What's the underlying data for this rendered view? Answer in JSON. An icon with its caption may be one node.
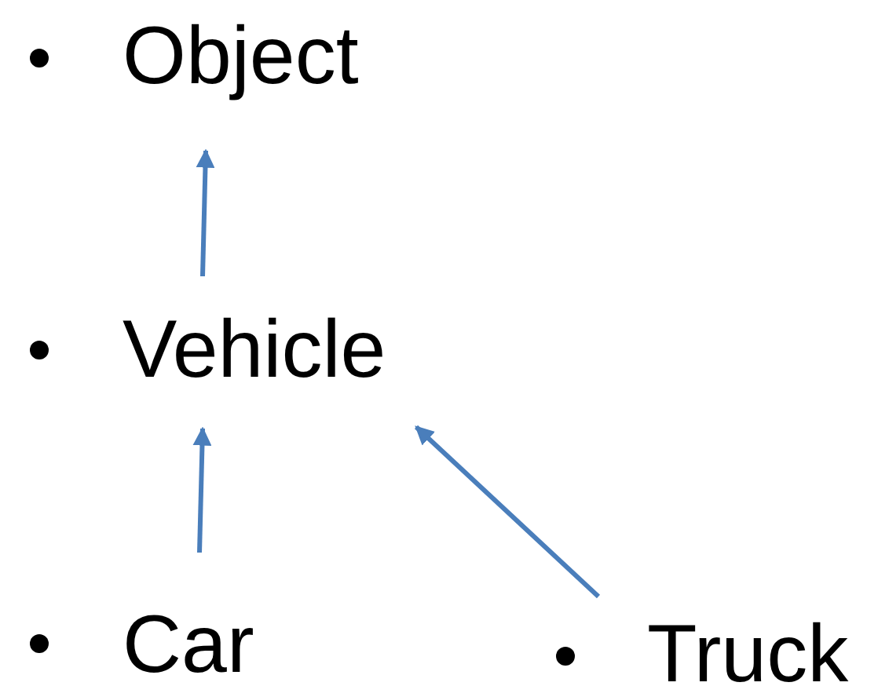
{
  "diagram": {
    "nodes": [
      {
        "text": [
          "Object"
        ]
      },
      {
        "text": [
          "Vehicle"
        ]
      },
      {
        "text": [
          "Car"
        ]
      },
      {
        "text": [
          "Truck"
        ]
      }
    ],
    "edges": [
      {
        "from": 1,
        "to": 0,
        "arrow": "to"
      },
      {
        "from": 2,
        "to": 1,
        "arrow": "to"
      },
      {
        "from": 3,
        "to": 1,
        "arrow": "to"
      }
    ]
  }
}
